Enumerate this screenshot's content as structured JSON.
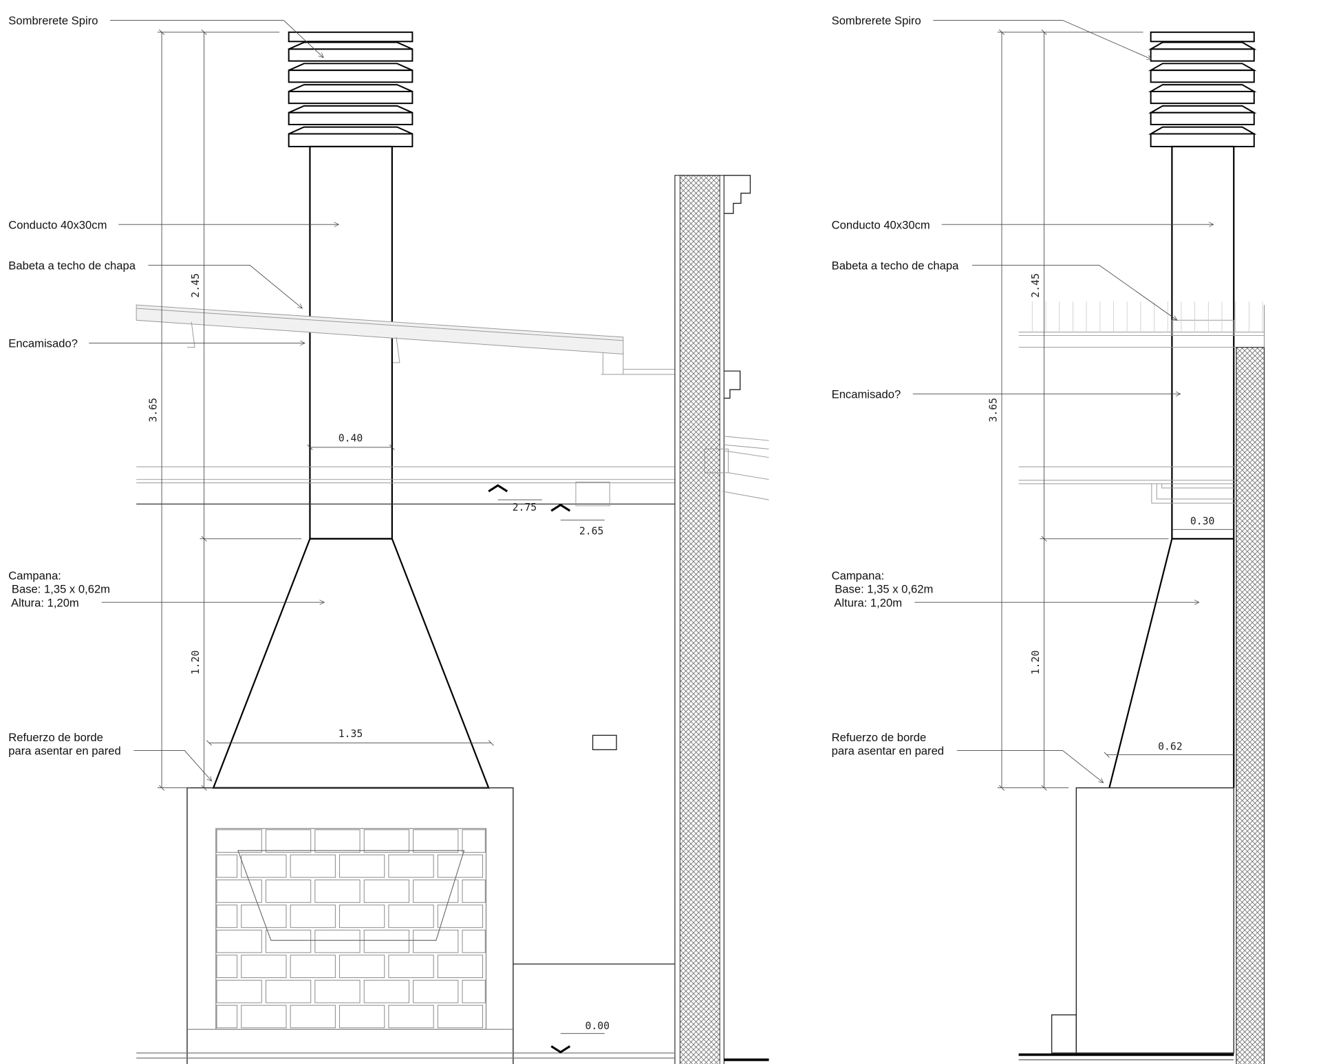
{
  "left_view": {
    "labels": {
      "sombrerete": "Sombrerete Spiro",
      "conducto": "Conducto 40x30cm",
      "babeta": "Babeta a techo de chapa",
      "encamisado": "Encamisado?",
      "campana_1": "Campana:",
      "campana_2": " Base: 1,35 x 0,62m",
      "campana_3": " Altura: 1,20m",
      "refuerzo_1": "Refuerzo de borde",
      "refuerzo_2": "para asentar en pared"
    },
    "dims": {
      "total": "3.65",
      "upper": "2.45",
      "lower": "1.20",
      "duct_width": "0.40",
      "hood_base": "1.35"
    },
    "levels": {
      "l1": "2.75",
      "l2": "2.65",
      "l3": "0.00"
    }
  },
  "right_view": {
    "labels": {
      "sombrerete": "Sombrerete Spiro",
      "conducto": "Conducto 40x30cm",
      "babeta": "Babeta a techo de chapa",
      "encamisado": "Encamisado?",
      "campana_1": "Campana:",
      "campana_2": " Base: 1,35 x 0,62m",
      "campana_3": " Altura: 1,20m",
      "refuerzo_1": "Refuerzo de borde",
      "refuerzo_2": "para asentar en pared"
    },
    "dims": {
      "total": "3.65",
      "upper": "2.45",
      "lower": "1.20",
      "duct_depth": "0.30",
      "hood_depth": "0.62"
    }
  }
}
